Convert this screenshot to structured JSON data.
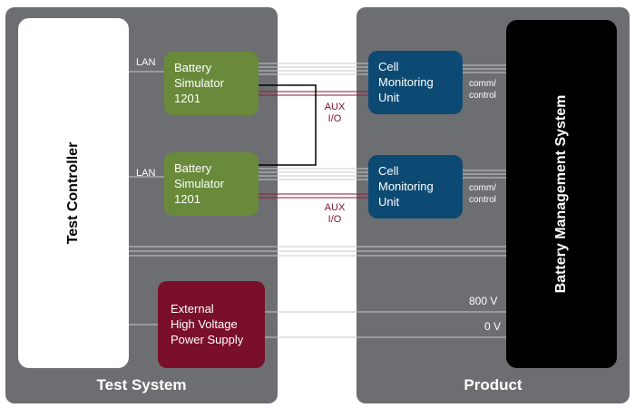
{
  "test_system": {
    "title": "Test System",
    "controller_label": "Test Controller",
    "simulators": [
      {
        "line1": "Battery",
        "line2": "Simulator",
        "line3": "1201",
        "lan_label": "LAN"
      },
      {
        "line1": "Battery",
        "line2": "Simulator",
        "line3": "1201",
        "lan_label": "LAN"
      }
    ],
    "power_supply": {
      "line1": "External",
      "line2": "High Voltage",
      "line3": "Power Supply"
    }
  },
  "product": {
    "title": "Product",
    "bms_label": "Battery Management System",
    "cmus": [
      {
        "line1": "Cell",
        "line2": "Monitoring",
        "line3": "Unit",
        "comm_line1": "comm/",
        "comm_line2": "control"
      },
      {
        "line1": "Cell",
        "line2": "Monitoring",
        "line3": "Unit",
        "comm_line1": "comm/",
        "comm_line2": "control"
      }
    ],
    "voltage_high": "800 V",
    "voltage_low": "0 V"
  },
  "aux_labels": [
    {
      "line1": "AUX",
      "line2": "I/O"
    },
    {
      "line1": "AUX",
      "line2": "I/O"
    }
  ],
  "colors": {
    "panel": "#6d6e71",
    "simulator": "#6a8a3b",
    "cmu": "#0d4a73",
    "power_supply": "#7a0f2a",
    "aux": "#7a0f2a",
    "bms": "#000000",
    "controller": "#ffffff"
  }
}
